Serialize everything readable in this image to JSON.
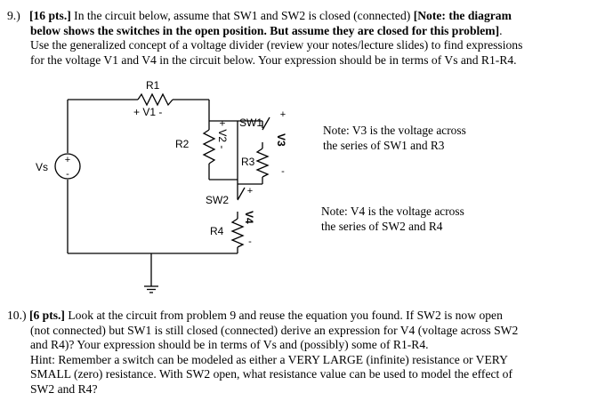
{
  "problem9": {
    "number": "9.)",
    "points": "[16 pts.]",
    "text_line1": " In the circuit below, assume that SW1 and SW2 is closed (connected) ",
    "note_bold_line1": "[Note: the diagram",
    "note_bold_line2": "below shows the switches in the open position.  But assume they are closed for this problem]",
    "line2_end": ".",
    "line3": "Use the generalized concept of a voltage divider (review your notes/lecture slides) to find expressions",
    "line4": "for the voltage V1 and V4 in the circuit below.  Your expression should be in terms of Vs and R1-R4."
  },
  "circuit": {
    "source_label": "Vs",
    "r1_label": "R1",
    "v1_label": "+ V1 -",
    "r2_label": "R2",
    "v2_label": "+ V2 -",
    "sw1_label": "SW1",
    "r3_label": "R3",
    "v3_label": "V3",
    "sw2_label": "SW2",
    "r4_label": "R4",
    "v4_label": "V4",
    "plus": "+",
    "minus": "-"
  },
  "notes": {
    "v3_line1": "Note: V3 is the voltage across",
    "v3_line2": "the series of SW1 and R3",
    "v4_line1": "Note: V4 is the voltage across",
    "v4_line2": "the series of SW2 and R4"
  },
  "problem10": {
    "number": "10.)",
    "points": "[6 pts.]",
    "line1": " Look at the circuit from problem 9 and reuse the equation you found.  If SW2 is now open",
    "line2": "(not connected) but SW1 is still closed (connected) derive an expression for V4 (voltage across SW2",
    "line3": "and R4)? Your expression should be in terms of Vs and (possibly) some of R1-R4.",
    "line4": "Hint:  Remember a switch can be modeled as either a VERY LARGE (infinite) resistance or VERY",
    "line5": "SMALL (zero) resistance.  With SW2 open, what resistance value can be used to model the effect of",
    "line6": "SW2 and R4?"
  }
}
